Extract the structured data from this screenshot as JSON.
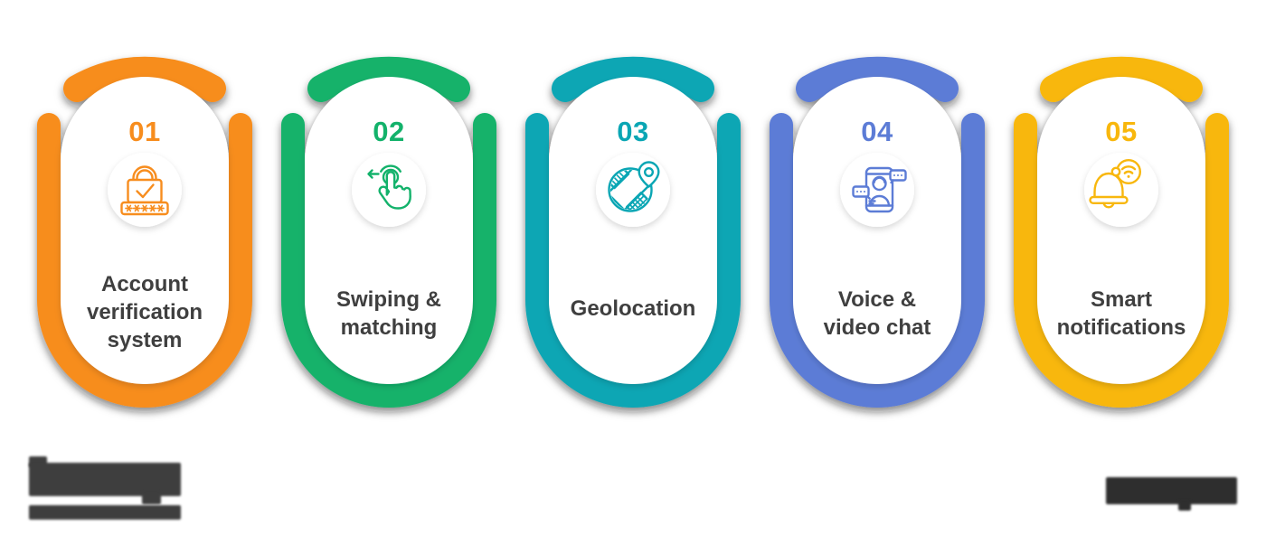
{
  "infographic": {
    "background": "#FFFFFF",
    "label_color": "#3F3F3F",
    "cards": [
      {
        "number": "01",
        "accent": "#F78D1E",
        "icon": "lock-verified-icon",
        "label_lines": [
          "Account",
          "verification",
          "system"
        ]
      },
      {
        "number": "02",
        "accent": "#13B26B",
        "icon": "swipe-hand-icon",
        "label_lines": [
          "Swiping &",
          "matching"
        ]
      },
      {
        "number": "03",
        "accent": "#0AA6B4",
        "icon": "map-location-pin-icon",
        "label_lines": [
          "Geolocation"
        ]
      },
      {
        "number": "04",
        "accent": "#5C7CD6",
        "icon": "phone-video-chat-icon",
        "label_lines": [
          "Voice &",
          "video chat"
        ]
      },
      {
        "number": "05",
        "accent": "#F8B70D",
        "icon": "bell-wifi-icon",
        "label_lines": [
          "Smart",
          "notifications"
        ]
      }
    ],
    "footer": {
      "left_logo_icon": "blurred-wordmark-logo",
      "left_logo_color": "#3E3E3E",
      "right_logo_icon": "blurred-wordmark-logo",
      "right_logo_color": "#2E2E2E"
    }
  }
}
